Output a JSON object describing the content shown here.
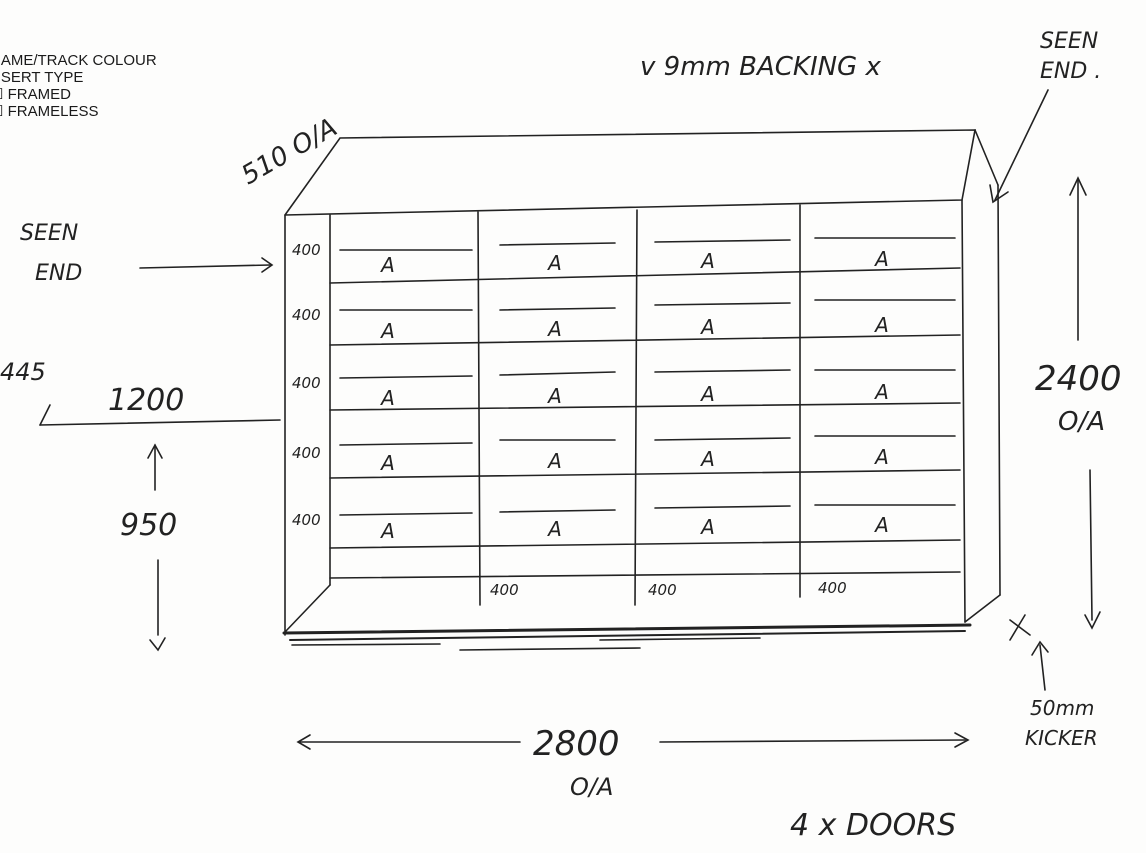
{
  "legend": {
    "frame_track_colour": "RAME/TRACK COLOUR",
    "insert_type": "NSERT TYPE",
    "option_framed": "☐ FRAMED",
    "option_frameless": "☐ FRAMELESS"
  },
  "annotations": {
    "backing": "v 9mm BACKING x",
    "seen_end_right": [
      "SEEN",
      "END ."
    ],
    "seen_end_left": [
      "SEEN",
      "END"
    ],
    "depth": "510 O/A",
    "left_return_depth": "445",
    "left_return_width": "1200",
    "left_return_height": "950",
    "overall_height": [
      "2400",
      "O/A"
    ],
    "overall_width": [
      "2800",
      "O/A"
    ],
    "kicker": [
      "50mm",
      "KICKER"
    ],
    "doors": "4 x DOORS"
  },
  "cabinet": {
    "row_heights": [
      "400",
      "400",
      "400",
      "400",
      "400"
    ],
    "bay_widths": [
      "400",
      "400",
      "400"
    ],
    "insert_label": "A",
    "columns": 4,
    "rows": 5
  },
  "colors": {
    "ink": "#222222",
    "paper": "#fdfdfc"
  }
}
